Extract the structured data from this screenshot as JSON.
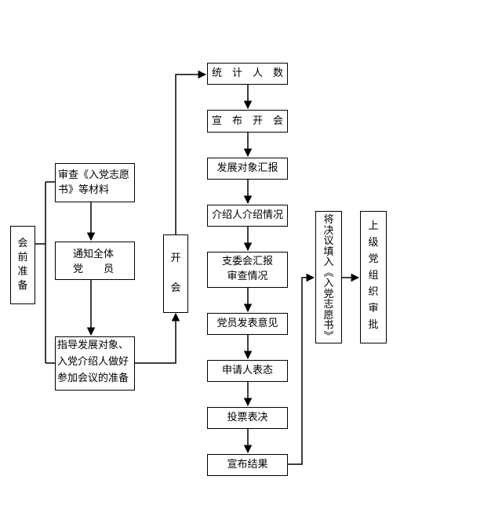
{
  "prep": {
    "label_chars": [
      "会",
      "前",
      "准",
      "备"
    ]
  },
  "left_flow": {
    "review_materials": [
      "审查《入党志愿",
      "书》等材料"
    ],
    "notify_members": [
      "通知全体",
      "党　　员"
    ],
    "guide_prepare": [
      "指导发展对象、",
      "入党介绍人做好",
      "参加会议的准备"
    ]
  },
  "meeting": {
    "label_chars": [
      "开",
      "会"
    ]
  },
  "steps": [
    "统　计　人　数",
    "宣　布　开　会",
    "发展对象汇报",
    "介绍人介绍情况",
    [
      "支委会汇报",
      "审查情况"
    ],
    "党员发表意见",
    "申请人表态",
    "投票表决",
    "宣布结果"
  ],
  "fill_in": {
    "label_chars": [
      "将",
      "决",
      "议",
      "填",
      "入",
      "︽",
      "入",
      "党",
      "志",
      "愿",
      "书",
      "︾"
    ]
  },
  "approval": {
    "label_chars": [
      "上",
      "级",
      "党",
      "组",
      "织",
      "审",
      "批"
    ]
  }
}
